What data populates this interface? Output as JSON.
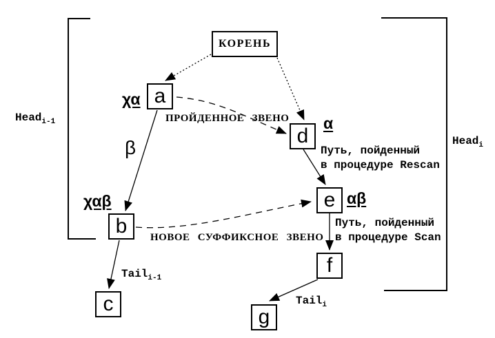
{
  "diagram": {
    "root_label": "КОРЕНЬ",
    "nodes": {
      "a": "a",
      "b": "b",
      "c": "c",
      "d": "d",
      "e": "e",
      "f": "f",
      "g": "g"
    },
    "edge_labels": {
      "chi_alpha": "χα",
      "alpha": "α",
      "alpha_beta": "αβ",
      "chi_alpha_beta": "χαβ",
      "beta": "β"
    },
    "annotations": {
      "traversed_link": "ПРОЙДЕННОЕ ЗВЕНО",
      "new_suffix_link": "НОВОЕ СУФФИКСНОЕ ЗВЕНО",
      "rescan_line1": "Путь, пойденный",
      "rescan_line2": "в процедуре Rescan",
      "scan_line1": "Путь, пойденный",
      "scan_line2": "в процедуре Scan"
    },
    "markers": {
      "head_prev": {
        "text": "Head",
        "sub": "i-1"
      },
      "head_cur": {
        "text": "Head",
        "sub": "i"
      },
      "tail_prev": {
        "text": "Tail",
        "sub": "i-1"
      },
      "tail_cur": {
        "text": "Tail",
        "sub": "i"
      }
    },
    "colors": {
      "ink": "#000000",
      "background": "#ffffff"
    }
  }
}
